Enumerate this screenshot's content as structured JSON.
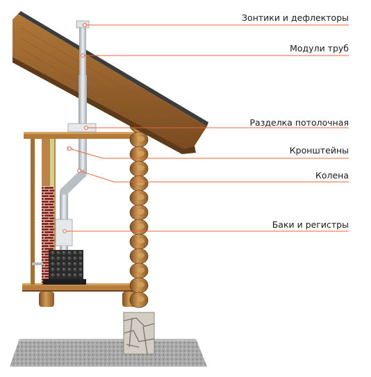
{
  "labels": {
    "umbrellas": "Зонтики и дефлекторы",
    "pipe_modules": "Модули труб",
    "ceiling_cut": "Разделка потолочная",
    "brackets": "Кронштейны",
    "elbows": "Колена",
    "tanks": "Баки и регистры"
  },
  "colors": {
    "leader": "#e8643c",
    "dot": "#ffffff",
    "wood_dark": "#6e4420",
    "wood_mid": "#9a6630",
    "wood_light": "#c8924e",
    "brick": "#8a2a22",
    "steel": "#c9ced4",
    "stove": "#2a2a2a",
    "gravel": "#9a9a9a",
    "stone": "#c8c4bc"
  }
}
